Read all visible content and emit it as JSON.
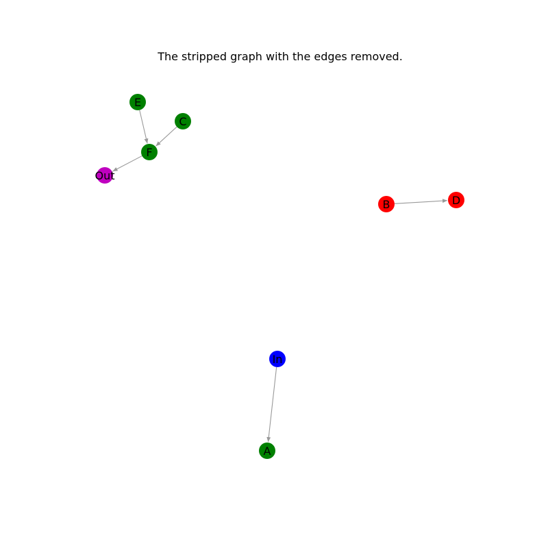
{
  "title": "The stripped graph with the edges removed.",
  "colors": {
    "green": "#008000",
    "red": "#ff0000",
    "blue": "#0000ff",
    "magenta": "#bf00bf",
    "edge": "#999999"
  },
  "nodes": [
    {
      "id": "E",
      "label": "E",
      "color": "green"
    },
    {
      "id": "C",
      "label": "C",
      "color": "green"
    },
    {
      "id": "F",
      "label": "F",
      "color": "green"
    },
    {
      "id": "Out",
      "label": "Out",
      "color": "magenta"
    },
    {
      "id": "B",
      "label": "B",
      "color": "red"
    },
    {
      "id": "D",
      "label": "D",
      "color": "red"
    },
    {
      "id": "In",
      "label": "In",
      "color": "blue"
    },
    {
      "id": "A",
      "label": "A",
      "color": "green"
    }
  ],
  "edges": [
    {
      "source": "E",
      "target": "F"
    },
    {
      "source": "C",
      "target": "F"
    },
    {
      "source": "F",
      "target": "Out"
    },
    {
      "source": "B",
      "target": "D"
    },
    {
      "source": "In",
      "target": "A"
    }
  ]
}
